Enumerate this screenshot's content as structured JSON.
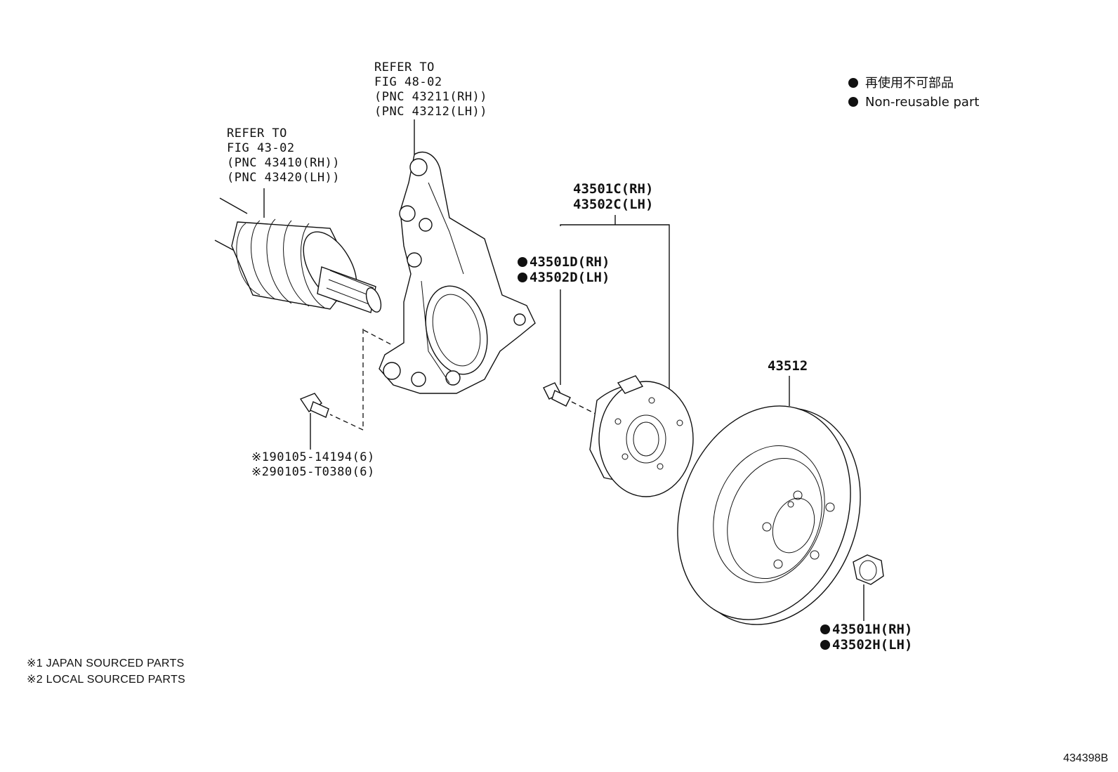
{
  "legend": {
    "items": [
      "再使用不可部品",
      "Non-reusable part"
    ]
  },
  "callouts": {
    "driveshaft": [
      "REFER TO",
      "FIG 43-02",
      "(PNC 43410(RH))",
      "(PNC 43420(LH))"
    ],
    "knuckle": [
      "REFER TO",
      "FIG 48-02",
      "(PNC 43211(RH))",
      "(PNC 43212(LH))"
    ],
    "hub_assy": [
      "43501C(RH)",
      "43502C(LH)"
    ],
    "hub_bolt": [
      "43501D(RH)",
      "43502D(LH)"
    ],
    "disc": "43512",
    "nut": [
      "43501H(RH)",
      "43502H(LH)"
    ],
    "knuckle_bolt": [
      "※190105-14194(6)",
      "※290105-T0380(6)"
    ]
  },
  "notes": [
    "※1 JAPAN SOURCED PARTS",
    "※2 LOCAL SOURCED PARTS"
  ],
  "figure_number": "434398B"
}
